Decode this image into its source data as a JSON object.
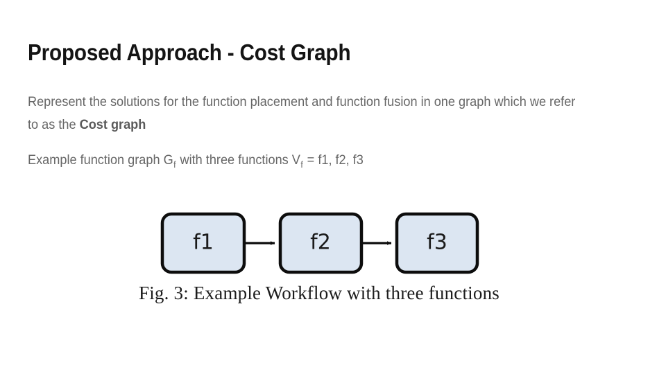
{
  "slide": {
    "title": "Proposed Approach - Cost Graph",
    "background_color": "#ffffff"
  },
  "body": {
    "paragraph1_part1": "Represent the solutions for the function placement and function fusion in one graph which we refer to as the ",
    "paragraph1_bold": "Cost graph",
    "paragraph2_part1": "Example function graph G",
    "paragraph2_sub1": "f",
    "paragraph2_part2": " with three functions V",
    "paragraph2_sub2": "f",
    "paragraph2_part3": " = f1, f2, f3",
    "text_color": "#666666",
    "bold_color": "#5a5a5a"
  },
  "figure": {
    "caption": "Fig. 3: Example Workflow with three functions",
    "node_fill": "#dce6f2",
    "node_stroke": "#0d0d0d",
    "nodes": [
      {
        "id": "f1",
        "label": "f1"
      },
      {
        "id": "f2",
        "label": "f2"
      },
      {
        "id": "f3",
        "label": "f3"
      }
    ],
    "edges": [
      {
        "from": "f1",
        "to": "f2"
      },
      {
        "from": "f2",
        "to": "f3"
      }
    ]
  }
}
